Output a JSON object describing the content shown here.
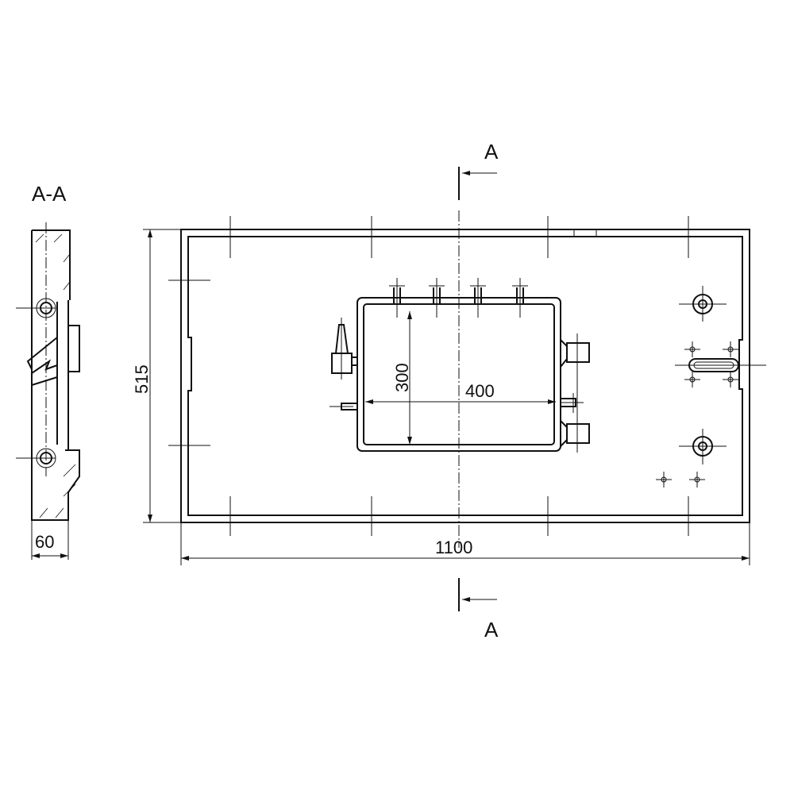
{
  "drawing": {
    "section_title": "A-A",
    "section_marker_top": "A",
    "section_marker_bottom": "A",
    "dimensions": {
      "overall_height": "515",
      "overall_width": "1100",
      "inner_height": "300",
      "inner_width": "400",
      "section_depth": "60"
    },
    "line_color": "#111111",
    "background": "#ffffff"
  }
}
